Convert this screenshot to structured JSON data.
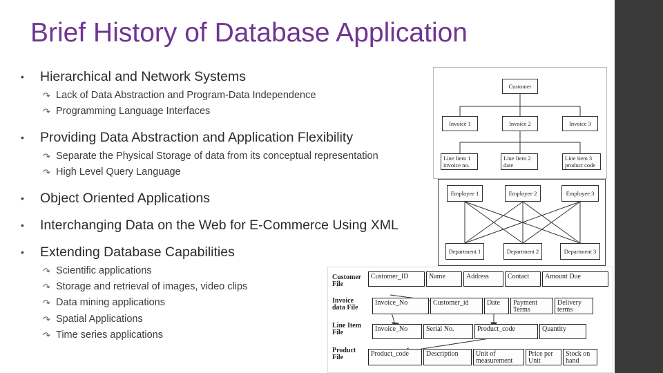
{
  "slide": {
    "title": "Brief History of Database Application",
    "bullets": [
      {
        "text": "Hierarchical and Network Systems",
        "subs": [
          "Lack of Data Abstraction and Program-Data Independence",
          "Programming Language Interfaces"
        ]
      },
      {
        "text": "Providing Data Abstraction and Application Flexibility",
        "subs": [
          "Separate the Physical Storage of data from its conceptual representation",
          "High Level Query Language"
        ]
      },
      {
        "text": "Object Oriented Applications",
        "subs": []
      },
      {
        "text": "Interchanging Data on the Web for E-Commerce Using XML",
        "subs": []
      },
      {
        "text": "Extending Database Capabilities",
        "subs": [
          "Scientific applications",
          "Storage and retrieval of images, video clips",
          "Data mining applications",
          "Spatial Applications",
          "Time series applications"
        ]
      }
    ]
  },
  "hierarchical": {
    "root": "Customer",
    "invoices": [
      "Invoice 1",
      "Invoice 2",
      "Invoice 3"
    ],
    "line_items": [
      [
        "Line Item 1",
        "invoice no."
      ],
      [
        "Line Item 2",
        "date"
      ],
      [
        "Line item 3",
        "product code"
      ]
    ]
  },
  "network": {
    "employees": [
      "Employee 1",
      "Employee 2",
      "Employee 3"
    ],
    "departments": [
      "Department 1",
      "Department 2",
      "Department 3"
    ]
  },
  "relational": {
    "rows": [
      {
        "label": [
          "Customer",
          "File"
        ],
        "fields": [
          "Customer_ID",
          "Name",
          "Address",
          "Contact",
          "Amount Due"
        ]
      },
      {
        "label": [
          "Invoice",
          "data File"
        ],
        "fields": [
          "Invoice_No",
          "Customer_id",
          "Date",
          "Payment Terms",
          "Delivery terms"
        ]
      },
      {
        "label": [
          "Line Item",
          "File"
        ],
        "fields": [
          "Invoice_No",
          "Serial No.",
          "Product_code",
          "Quantity"
        ]
      },
      {
        "label": [
          "Product",
          "File"
        ],
        "fields": [
          "Product_code",
          "Description",
          "Unit of measurement",
          "Price per Unit",
          "Stock on hand"
        ]
      }
    ]
  }
}
